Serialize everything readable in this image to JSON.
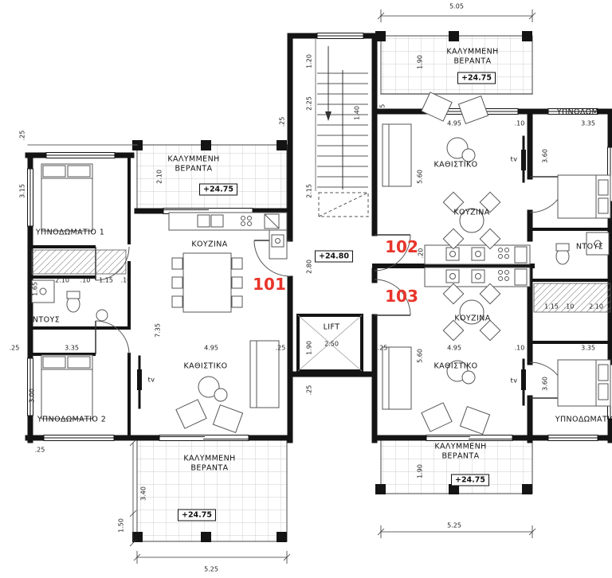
{
  "apartments": {
    "a101": "101",
    "a102": "102",
    "a103": "103"
  },
  "rooms": {
    "covered_veranda": "ΚΑΛΥΜΜΕΝΗ ΒΕΡΑΝΤΑ",
    "bedroom1": "ΥΠΝΟΔΩΜΑΤΙΟ 1",
    "bedroom2": "ΥΠΝΟΔΩΜΑΤΙΟ 2",
    "bedroom": "ΥΠΝΟΔΩΜΑΤΙΟ",
    "kitchen": "ΚΟΥΖΙΝΑ",
    "living": "ΚΑΘΙΣΤΙΚΟ",
    "shower": "ΝΤΟΥΣ",
    "lift": "LIFT",
    "tv": "tv"
  },
  "levels": {
    "veranda": "+24.75",
    "landing": "+24.80"
  },
  "dims": {
    "d505": "5.05",
    "d525": "5.25",
    "d495": "4.95",
    "d335": "3.35",
    "d360": "3.60",
    "d340": "3.40",
    "d315": "3.15",
    "d300": "3.00",
    "d280": "2.80",
    "d250": "2.50",
    "d225": "2.25",
    "d215": "2.15",
    "d210": "2.10",
    "d190": "1.90",
    "d165": "1.65",
    "d150": "1.50",
    "d140": "1.40",
    "d120": "1.20",
    "d115": "1.15",
    "d110": ".10",
    "d735": "7.35",
    "d560": "5.60",
    "d025": ".25",
    "d020": ".20"
  },
  "colors": {
    "unit_label": "#e8342a",
    "wall": "#141414"
  }
}
